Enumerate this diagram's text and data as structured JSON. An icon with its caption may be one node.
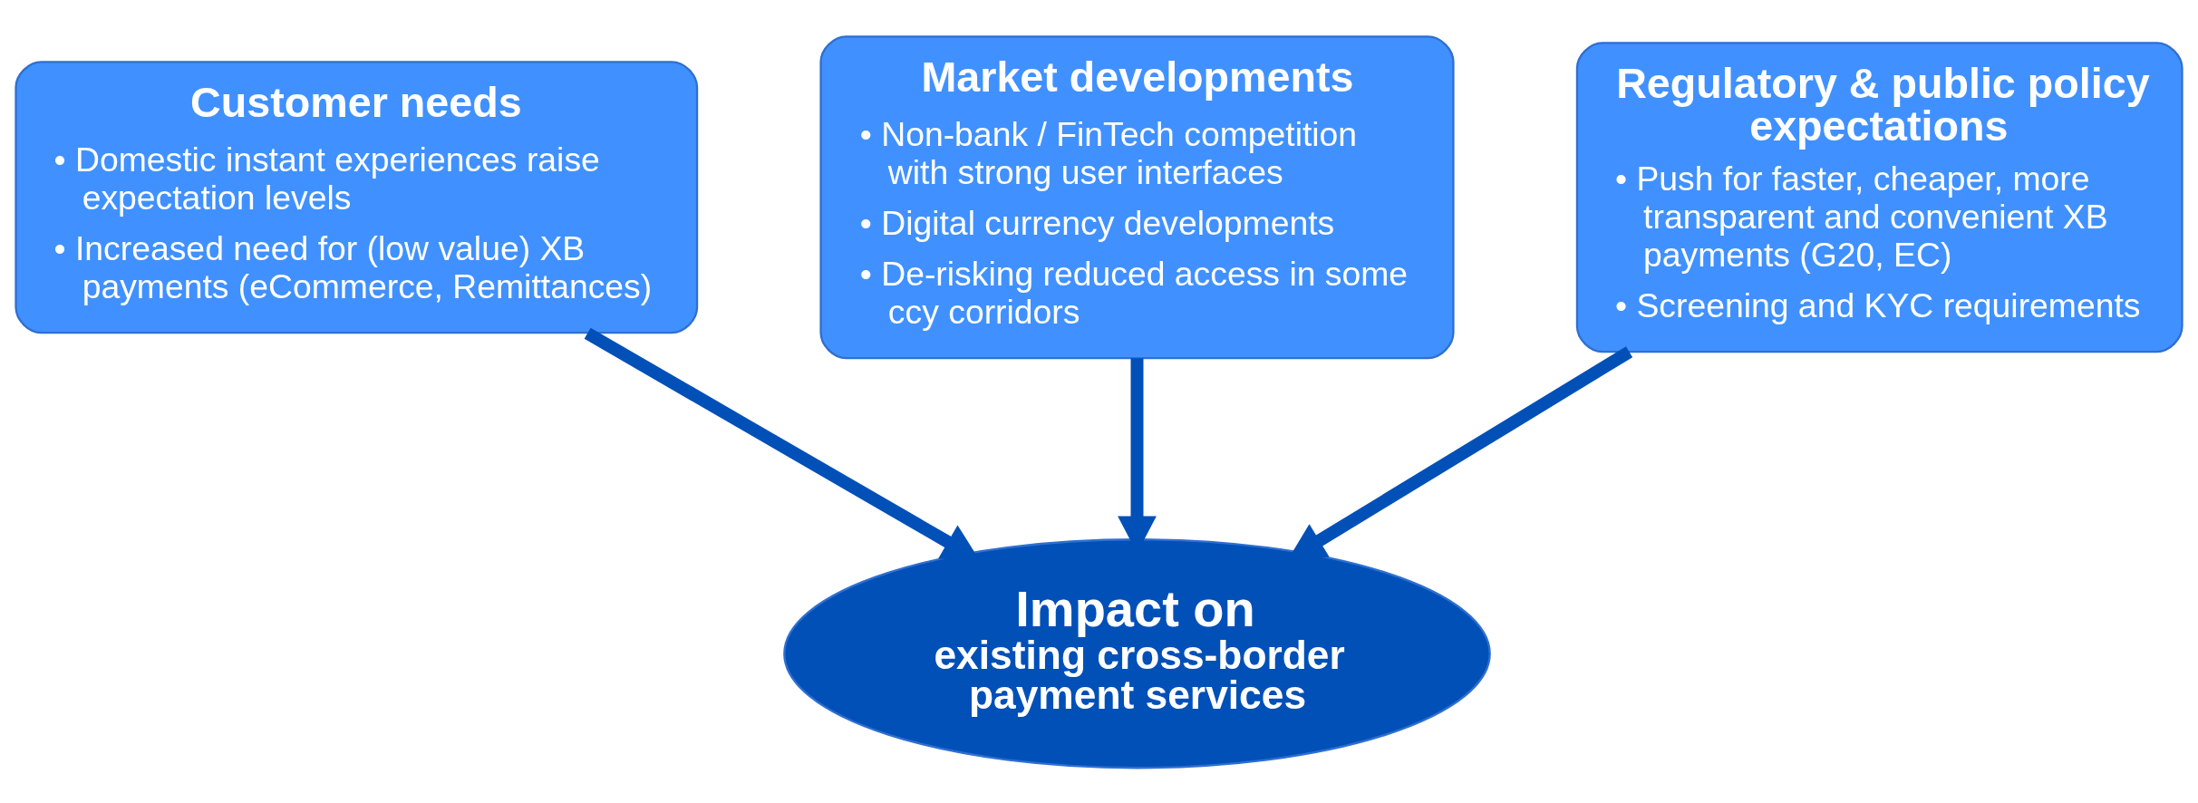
{
  "diagram": {
    "nodes": [
      {
        "text": [
          "Customer needs",
          "• Domestic instant experiences raise expectation levels",
          "• Increased need for (low value) XB payments (eCommerce, Remittances)"
        ]
      },
      {
        "text": [
          "Market developments",
          "• Non-bank / FinTech competition with strong user interfaces",
          "• Digital currency developments",
          "• De-risking reduced access in some ccy corridors"
        ]
      },
      {
        "text": [
          "Regulatory & public policy expectations",
          "• Push for faster, cheaper, more transparent and convenient XB payments (G20, EC)",
          "• Screening and KYC requirements"
        ]
      },
      {
        "text": [
          "Impact on",
          "existing cross-border payment services"
        ]
      }
    ],
    "edges": [
      {
        "from": 0,
        "to": 3,
        "arrow": "to"
      },
      {
        "from": 1,
        "to": 3,
        "arrow": "to"
      },
      {
        "from": 2,
        "to": 3,
        "arrow": "to"
      }
    ]
  }
}
